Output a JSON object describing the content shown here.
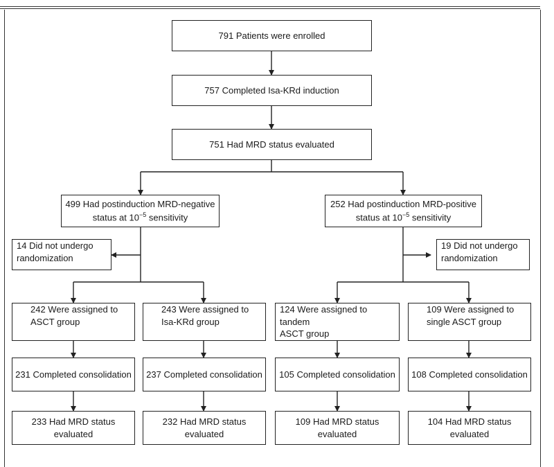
{
  "boxes": {
    "enrolled": "791 Patients were enrolled",
    "induction": "757 Completed Isa-KRd induction",
    "evaluated": "751 Had MRD status evaluated",
    "mrd_neg": [
      "499 Had postinduction MRD-negative",
      "status at 10",
      "−5",
      " sensitivity"
    ],
    "mrd_pos": [
      "252 Had postinduction MRD-positive",
      "status at 10",
      "−5",
      " sensitivity"
    ],
    "no_rand_left": [
      "14 Did not undergo",
      "randomization"
    ],
    "no_rand_right": [
      "19 Did not undergo",
      "randomization"
    ],
    "asct": [
      "242 Were assigned to",
      "ASCT group"
    ],
    "isakrd": [
      "243 Were assigned to",
      "Isa-KRd group"
    ],
    "tandem": [
      "124 Were assigned to tandem",
      "ASCT group"
    ],
    "single": [
      "109 Were assigned to",
      "single ASCT group"
    ],
    "cons_1": "231 Completed consolidation",
    "cons_2": "237 Completed consolidation",
    "cons_3": "105 Completed consolidation",
    "cons_4": "108 Completed consolidation",
    "eval_1": [
      "233 Had MRD status",
      "evaluated"
    ],
    "eval_2": [
      "232 Had MRD status",
      "evaluated"
    ],
    "eval_3": [
      "109 Had MRD status",
      "evaluated"
    ],
    "eval_4": [
      "104 Had MRD status",
      "evaluated"
    ]
  },
  "colors": {
    "line": "#222222",
    "text": "#1a1a1a",
    "background": "#ffffff"
  }
}
